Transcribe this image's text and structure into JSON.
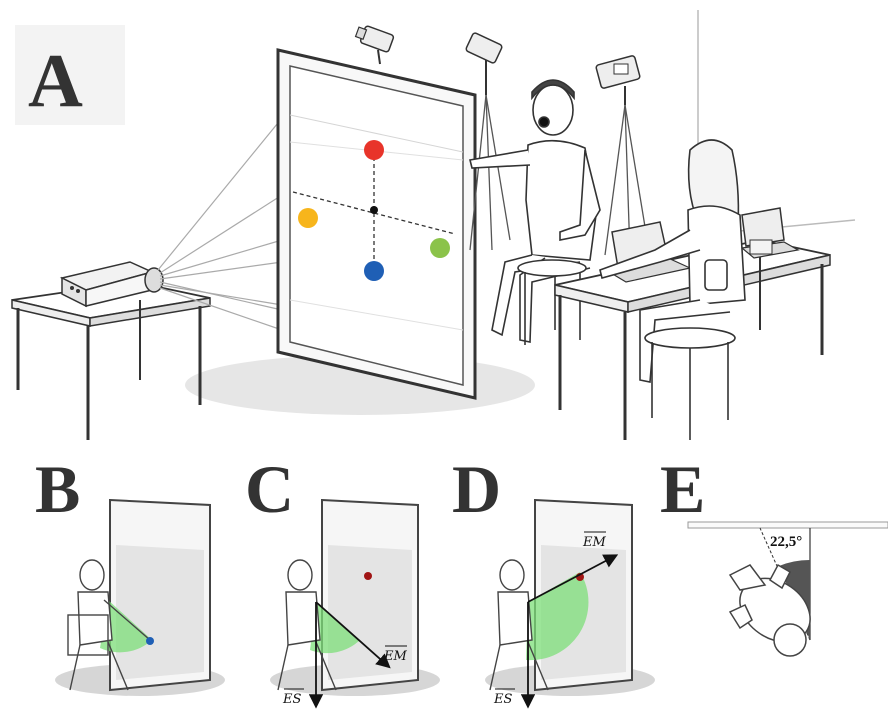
{
  "panels": {
    "a": {
      "letter": "A"
    },
    "b": {
      "letter": "B"
    },
    "c": {
      "letter": "C",
      "vector_es": "ES",
      "vector_em": "EM"
    },
    "d": {
      "letter": "D",
      "vector_es": "ES",
      "vector_em": "EM"
    },
    "e": {
      "letter": "E",
      "angle": "22,5°"
    }
  },
  "colors": {
    "target_red": "#e8342a",
    "target_yellow": "#f7b51c",
    "target_green": "#8bc34a",
    "target_blue": "#1f5fb5",
    "fixation": "#111111",
    "arm_sector": "#7ddf7a",
    "marker_dark_red": "#a01414",
    "angle_wedge": "#555555"
  }
}
